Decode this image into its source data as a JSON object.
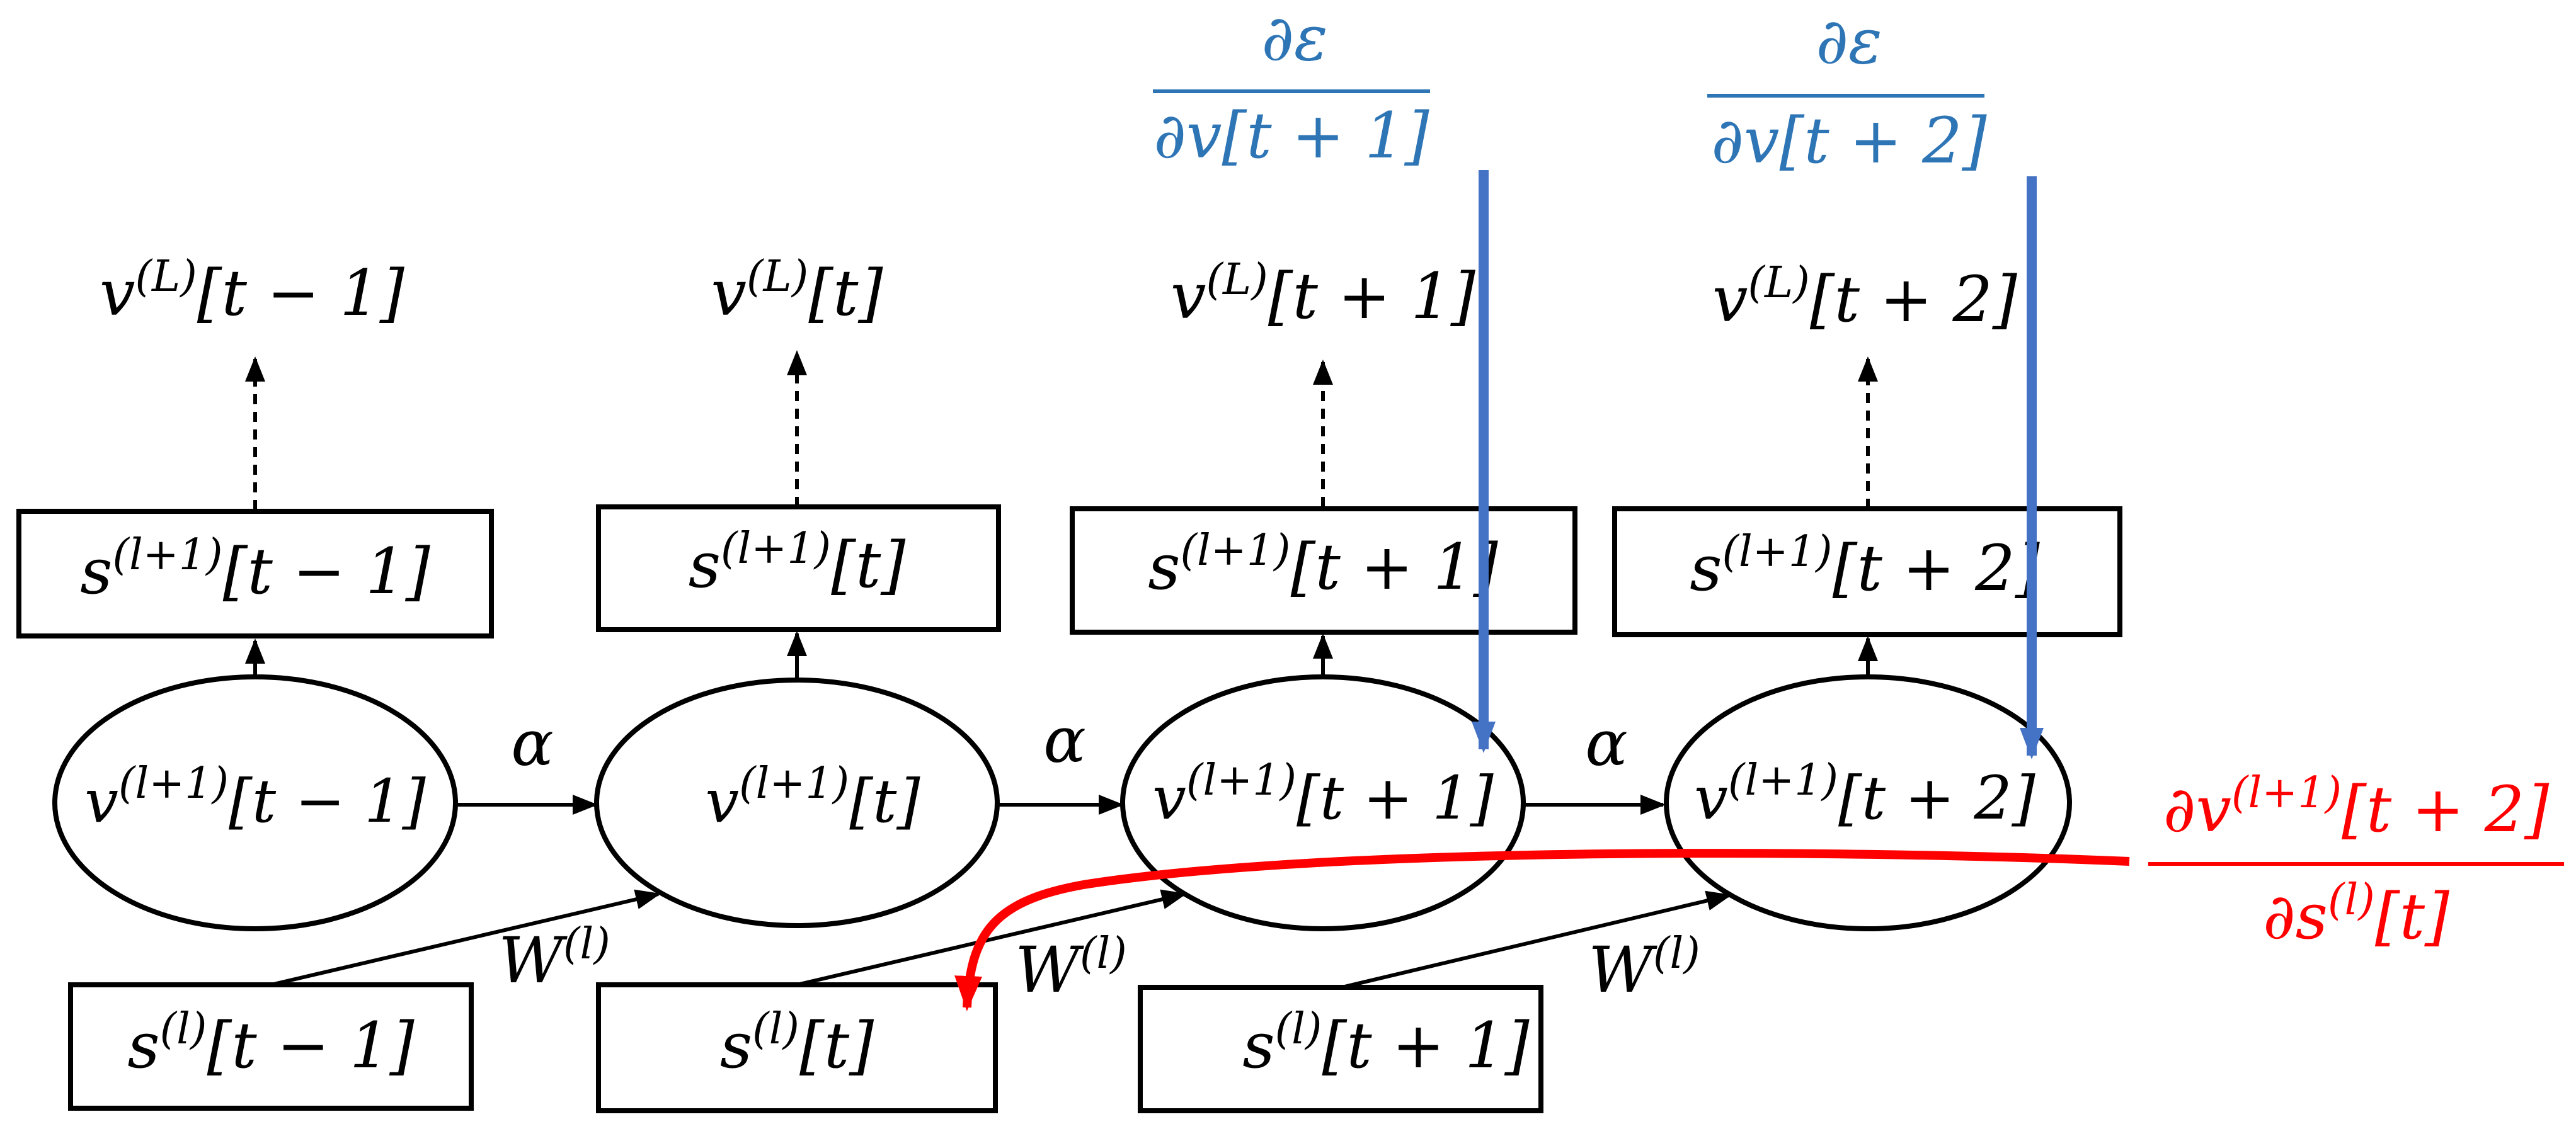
{
  "colors": {
    "gradient_blue": "#2e75b6",
    "arrow_blue": "#4472c4",
    "gradient_red": "#ff0000",
    "ink": "#000000"
  },
  "outputs": [
    "v^(L)[t − 1]",
    "v^(L)[t]",
    "v^(L)[t + 1]",
    "v^(L)[t + 2]"
  ],
  "upper_boxes": [
    "s^(l+1)[t − 1]",
    "s^(l+1)[t]",
    "s^(l+1)[t + 1]",
    "s^(l+1)[t + 2]"
  ],
  "neurons": [
    "v^(l+1)[t − 1]",
    "v^(l+1)[t]",
    "v^(l+1)[t + 1]",
    "v^(l+1)[t + 2]"
  ],
  "lower_boxes": [
    "s^(l)[t − 1]",
    "s^(l)[t]",
    "s^(l)[t + 1]"
  ],
  "recurrent_label": "α",
  "weight_label": "W^(l)",
  "blue_gradients": [
    {
      "numerator": "∂ε",
      "denominator": "∂v[t + 1]"
    },
    {
      "numerator": "∂ε",
      "denominator": "∂v[t + 2]"
    }
  ],
  "red_gradient": {
    "numerator": "∂v^(l+1)[t + 2]",
    "denominator": "∂s^(l)[t]"
  }
}
